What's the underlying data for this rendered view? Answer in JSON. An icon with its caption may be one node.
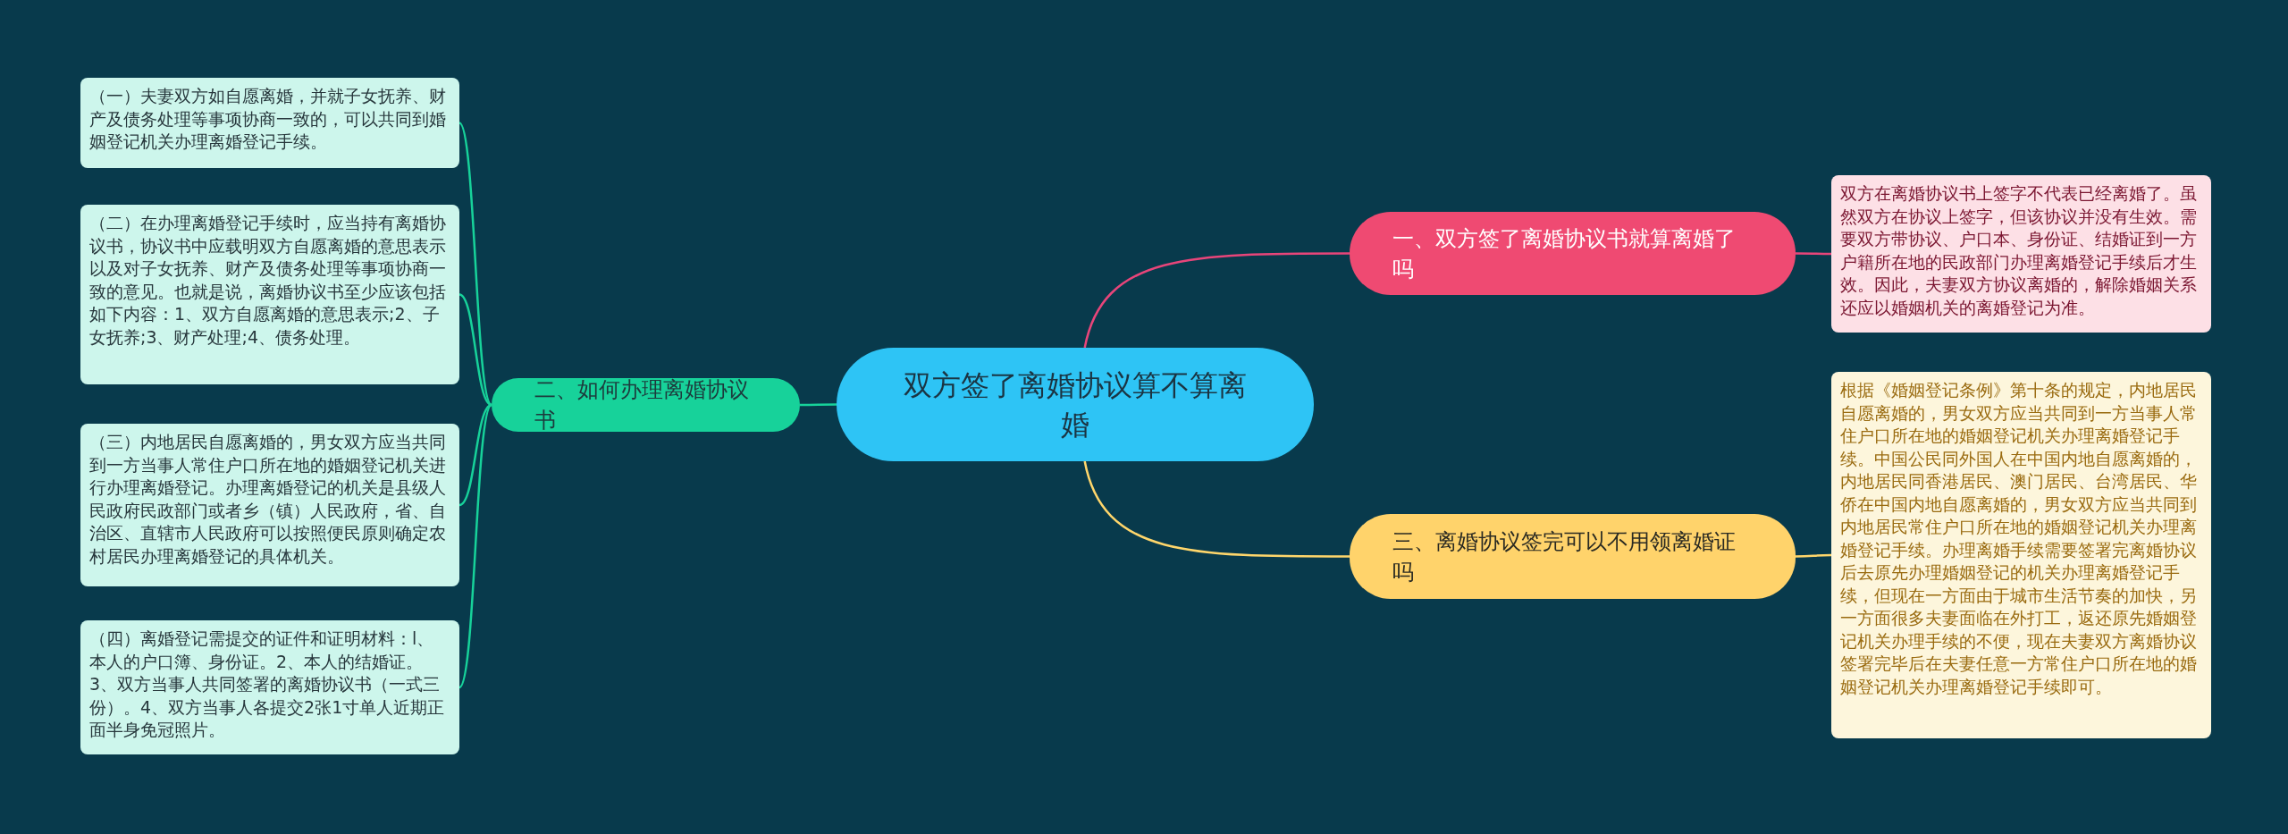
{
  "diagram": {
    "nodes": [
      {
        "text": [
          "双方签了离婚协议算不算离婚"
        ]
      },
      {
        "text": [
          "一、双方签了离婚协议书就算离婚了吗"
        ]
      },
      {
        "text": [
          "双方在离婚协议书上签字不代表已经离婚了。虽然双方在协议上签字，但该协议并没有生效。需要双方带协议、户口本、身份证、结婚证到一方户籍所在地的民政部门办理离婚登记手续后才生效。因此，夫妻双方协议离婚的，解除婚姻关系还应以婚姻机关的离婚登记为准。"
        ]
      },
      {
        "text": [
          "二、如何办理离婚协议书"
        ]
      },
      {
        "text": [
          "（一）夫妻双方如自愿离婚，并就子女抚养、财产及债务处理等事项协商一致的，可以共同到婚姻登记机关办理离婚登记手续。"
        ]
      },
      {
        "text": [
          "（二）在办理离婚登记手续时，应当持有离婚协议书，协议书中应载明双方自愿离婚的意思表示以及对子女抚养、财产及债务处理等事项协商一致的意见。也就是说，离婚协议书至少应该包括如下内容：1、双方自愿离婚的意思表示;2、子女抚养;3、财产处理;4、债务处理。"
        ]
      },
      {
        "text": [
          "（三）内地居民自愿离婚的，男女双方应当共同到一方当事人常住户口所在地的婚姻登记机关进行办理离婚登记。办理离婚登记的机关是县级人民政府民政部门或者乡（镇）人民政府，省、自治区、直辖市人民政府可以按照便民原则确定农村居民办理离婚登记的具体机关。"
        ]
      },
      {
        "text": [
          "（四）离婚登记需提交的证件和证明材料：l、本人的户口簿、身份证。2、本人的结婚证。3、双方当事人共同签署的离婚协议书（一式三份）。4、双方当事人各提交2张1寸单人近期正面半身免冠照片。"
        ]
      },
      {
        "text": [
          "三、离婚协议签完可以不用领离婚证吗"
        ]
      },
      {
        "text": [
          "根据《婚姻登记条例》第十条的规定，内地居民自愿离婚的，男女双方应当共同到一方当事人常住户口所在地的婚姻登记机关办理离婚登记手续。中国公民同外国人在中国内地自愿离婚的，内地居民同香港居民、澳门居民、台湾居民、华侨在中国内地自愿离婚的，男女双方应当共同到内地居民常住户口所在地的婚姻登记机关办理离婚登记手续。办理离婚手续需要签署完离婚协议后去原先办理婚姻登记的机关办理离婚登记手续，但现在一方面由于城市生活节奏的加快，另一方面很多夫妻面临在外打工，返还原先婚姻登记机关办理手续的不便，现在夫妻双方离婚协议签署完毕后在夫妻任意一方常住户口所在地的婚姻登记机关办理离婚登记手续即可。"
        ]
      }
    ],
    "edges": [
      {
        "from": 0,
        "to": 1,
        "arrow": "none",
        "color": "#e8457a"
      },
      {
        "from": 1,
        "to": 2,
        "arrow": "none",
        "color": "#e8457a"
      },
      {
        "from": 0,
        "to": 3,
        "arrow": "none"
      },
      {
        "from": 3,
        "to": 4,
        "arrow": "none"
      },
      {
        "from": 3,
        "to": 5,
        "arrow": "none"
      },
      {
        "from": 3,
        "to": 6,
        "arrow": "none"
      },
      {
        "from": 3,
        "to": 7,
        "arrow": "none"
      },
      {
        "from": 0,
        "to": 8,
        "arrow": "none",
        "color": "#ffd66b"
      },
      {
        "from": 8,
        "to": 9,
        "arrow": "none",
        "color": "#ffd66b"
      }
    ]
  }
}
